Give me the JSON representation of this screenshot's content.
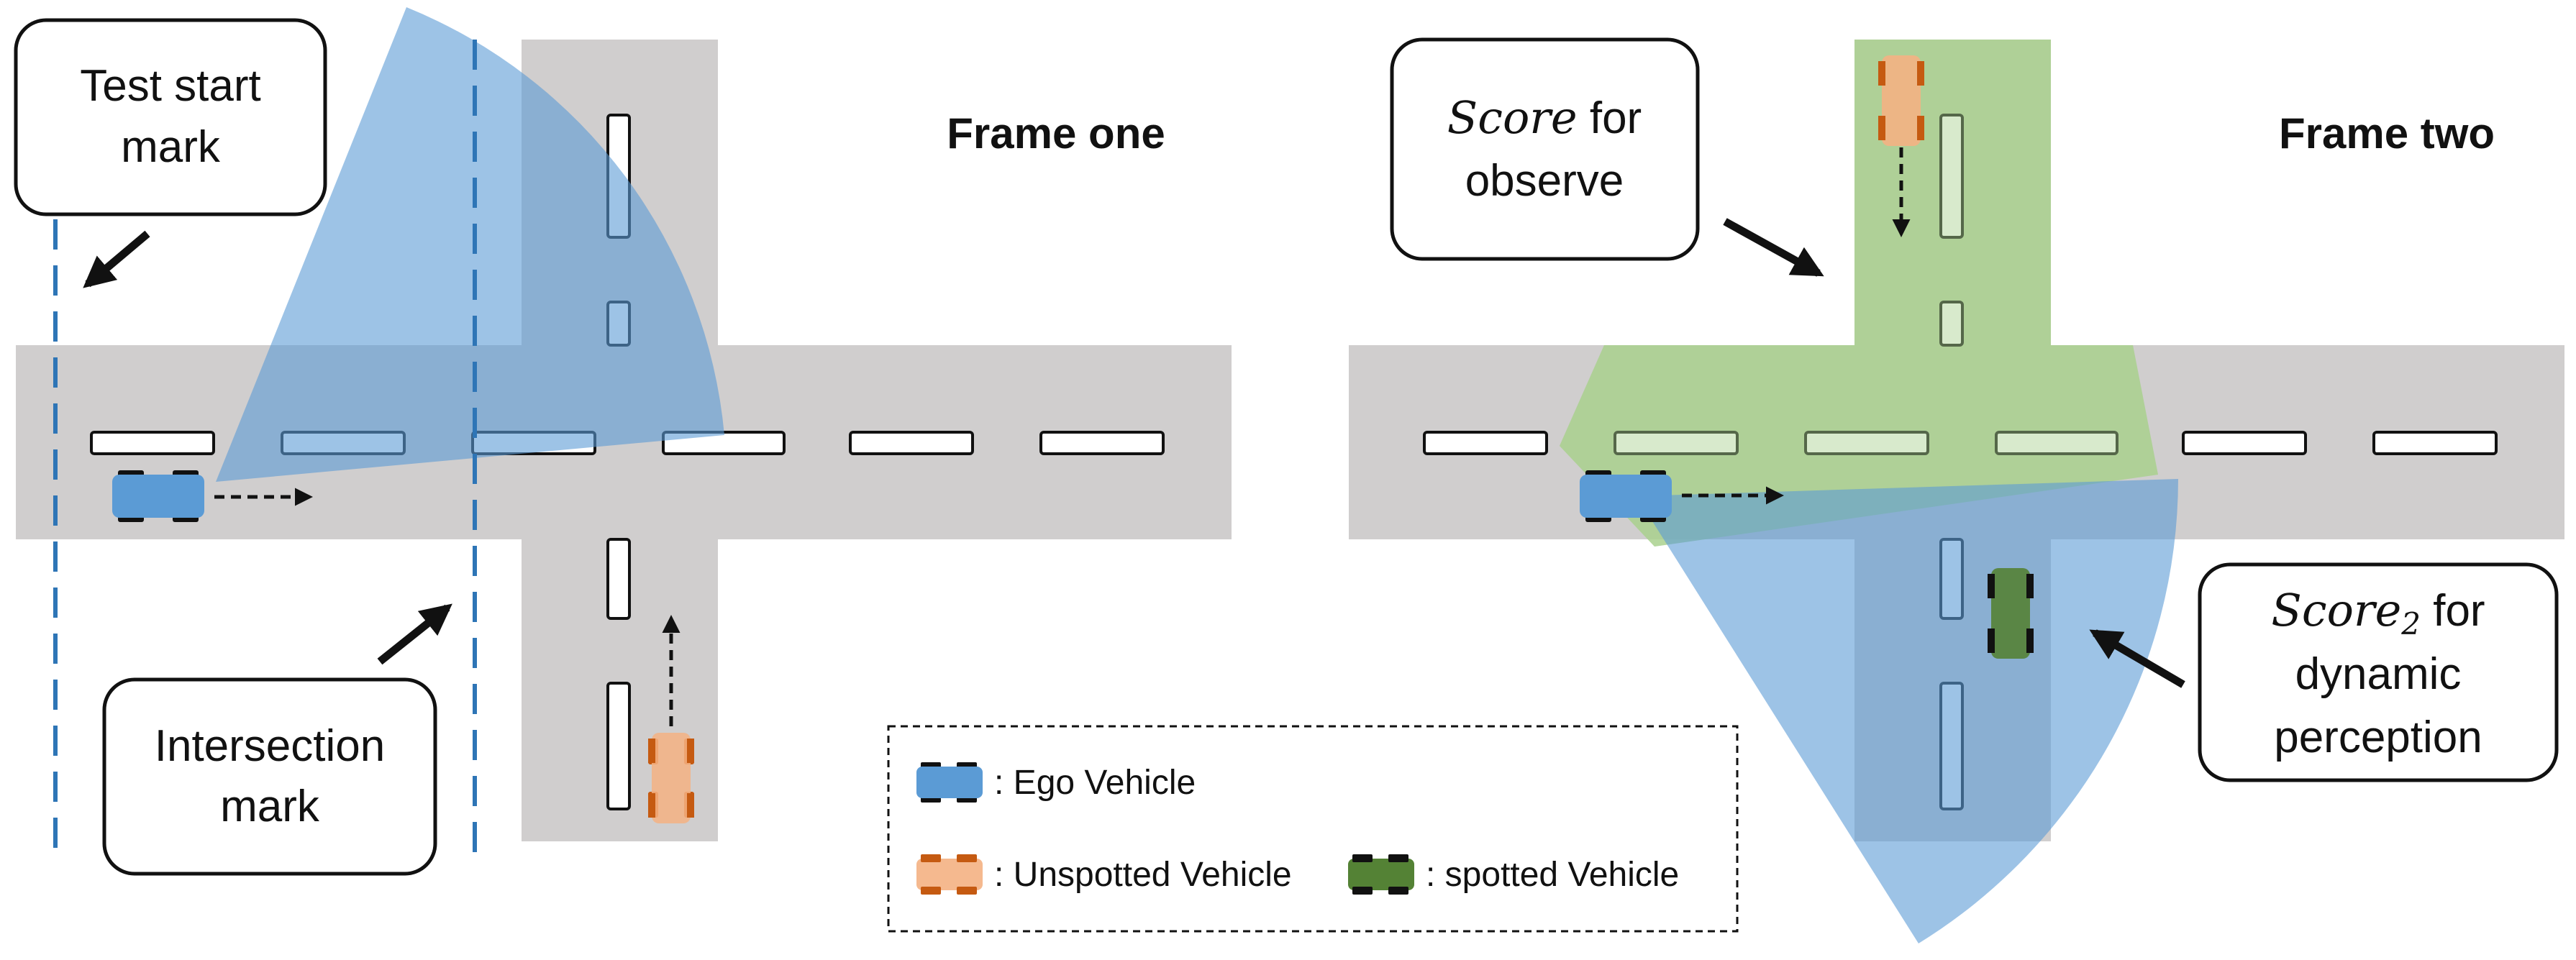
{
  "colors": {
    "road": "#d0cece",
    "lane_mark_fill": "#ffffff",
    "lane_mark_stroke": "#111111",
    "fov_blue": "#5b9bd5",
    "observe_green": "#a9d18e",
    "ego_blue": "#5b9bd5",
    "unspotted_orange": "#f4b183",
    "unspotted_orange_dark": "#c55a11",
    "spotted_green": "#548235",
    "marker_line": "#2e75b6"
  },
  "frame_one": {
    "title": "Frame one",
    "callout_test_start": "Test start mark",
    "callout_test_start_lines": [
      "Test start",
      "mark"
    ],
    "callout_intersection": "Intersection mark",
    "callout_intersection_lines": [
      "Intersection",
      "mark"
    ]
  },
  "frame_two": {
    "title": "Frame two",
    "callout_observe": {
      "math": "Score",
      "rest_line1": " for",
      "line2": "observe"
    },
    "callout_dynamic": {
      "math": "Score",
      "subscript": "2",
      "rest_line1": " for",
      "line2": "dynamic",
      "line3": "perception"
    }
  },
  "legend": {
    "ego": ": Ego Vehicle",
    "unspotted": ": Unspotted Vehicle",
    "spotted": ": spotted Vehicle"
  },
  "icons": [
    "ego-vehicle-icon",
    "unspotted-vehicle-icon",
    "spotted-vehicle-icon",
    "arrow-icon"
  ]
}
